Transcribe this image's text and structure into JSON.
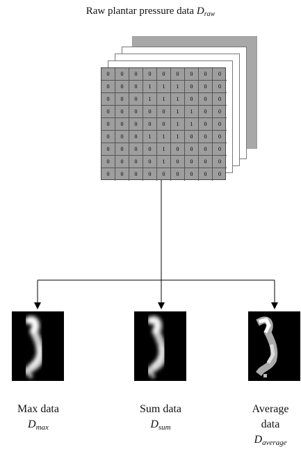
{
  "title": {
    "text": "Raw plantar pressure data ",
    "symbol": "D",
    "subscript": "raw"
  },
  "matrix": [
    [
      0,
      0,
      0,
      0,
      0,
      0,
      0,
      0,
      0
    ],
    [
      0,
      0,
      0,
      1,
      1,
      1,
      0,
      0,
      0
    ],
    [
      0,
      0,
      0,
      1,
      1,
      1,
      0,
      0,
      0
    ],
    [
      0,
      0,
      0,
      0,
      0,
      1,
      1,
      0,
      0
    ],
    [
      0,
      0,
      0,
      0,
      0,
      1,
      1,
      0,
      0
    ],
    [
      0,
      0,
      0,
      1,
      1,
      1,
      0,
      0,
      0
    ],
    [
      0,
      0,
      0,
      0,
      1,
      0,
      0,
      0,
      0
    ],
    [
      0,
      0,
      0,
      0,
      1,
      0,
      0,
      0,
      0
    ],
    [
      0,
      0,
      0,
      0,
      0,
      0,
      0,
      0,
      0
    ]
  ],
  "outputs": [
    {
      "line1": "Max data",
      "line2": "",
      "symbol": "D",
      "subscript": "max"
    },
    {
      "line1": "Sum data",
      "line2": "",
      "symbol": "D",
      "subscript": "sum"
    },
    {
      "line1": "Average",
      "line2": "data",
      "symbol": "D",
      "subscript": "average"
    }
  ],
  "colors": {
    "sheet_back": "#a8a8a8",
    "grid": "#9e9e9e",
    "thumb_bg": "#000000",
    "line": "#000000"
  }
}
